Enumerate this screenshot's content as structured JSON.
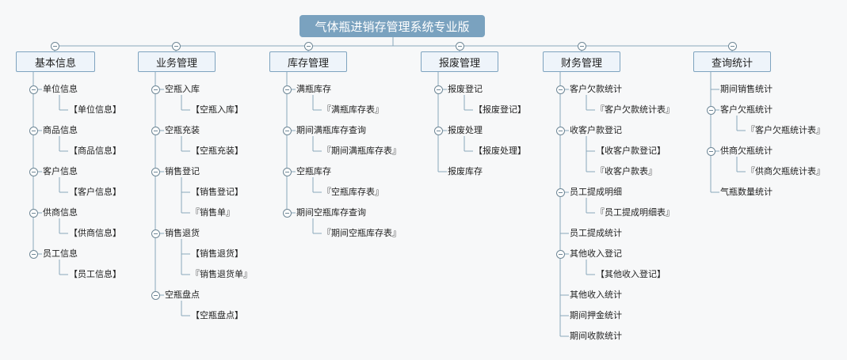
{
  "root": "气体瓶进销存管理系统专业版",
  "categories": [
    {
      "label": "基本信息",
      "children": [
        {
          "label": "单位信息",
          "children": [
            "【单位信息】"
          ]
        },
        {
          "label": "商品信息",
          "children": [
            "【商品信息】"
          ]
        },
        {
          "label": "客户信息",
          "children": [
            "【客户信息】"
          ]
        },
        {
          "label": "供商信息",
          "children": [
            "【供商信息】"
          ]
        },
        {
          "label": "员工信息",
          "children": [
            "【员工信息】"
          ]
        }
      ]
    },
    {
      "label": "业务管理",
      "children": [
        {
          "label": "空瓶入库",
          "children": [
            "【空瓶入库】"
          ]
        },
        {
          "label": "空瓶充装",
          "children": [
            "【空瓶充装】"
          ]
        },
        {
          "label": "销售登记",
          "children": [
            "【销售登记】",
            "『销售单』"
          ]
        },
        {
          "label": "销售退货",
          "children": [
            "【销售退货】",
            "『销售退货单』"
          ]
        },
        {
          "label": "空瓶盘点",
          "children": [
            "【空瓶盘点】"
          ]
        }
      ]
    },
    {
      "label": "库存管理",
      "children": [
        {
          "label": "满瓶库存",
          "children": [
            "『满瓶库存表』"
          ]
        },
        {
          "label": "期间满瓶库存查询",
          "children": [
            "『期间满瓶库存表』"
          ]
        },
        {
          "label": "空瓶库存",
          "children": [
            "『空瓶库存表』"
          ]
        },
        {
          "label": "期间空瓶库存查询",
          "children": [
            "『期间空瓶库存表』"
          ]
        }
      ]
    },
    {
      "label": "报废管理",
      "children": [
        {
          "label": "报废登记",
          "children": [
            "【报废登记】"
          ]
        },
        {
          "label": "报废处理",
          "children": [
            "【报废处理】"
          ]
        },
        {
          "label": "报废库存",
          "children": []
        }
      ]
    },
    {
      "label": "财务管理",
      "children": [
        {
          "label": "客户欠款统计",
          "children": [
            "『客户欠款统计表』"
          ]
        },
        {
          "label": "收客户款登记",
          "children": [
            "【收客户款登记】",
            "『收客户款表』"
          ]
        },
        {
          "label": "员工提成明细",
          "children": [
            "『员工提成明细表』"
          ]
        },
        {
          "label": "员工提成统计",
          "children": []
        },
        {
          "label": "其他收入登记",
          "children": [
            "【其他收入登记】"
          ]
        },
        {
          "label": "其他收入统计",
          "children": []
        },
        {
          "label": "期间押金统计",
          "children": []
        },
        {
          "label": "期间收款统计",
          "children": []
        }
      ]
    },
    {
      "label": "查询统计",
      "children": [
        {
          "label": "期间销售统计",
          "children": []
        },
        {
          "label": "客户欠瓶统计",
          "children": [
            "『客户欠瓶统计表』"
          ]
        },
        {
          "label": "供商欠瓶统计",
          "children": [
            "『供商欠瓶统计表』"
          ]
        },
        {
          "label": "气瓶数量统计",
          "children": []
        }
      ]
    }
  ]
}
